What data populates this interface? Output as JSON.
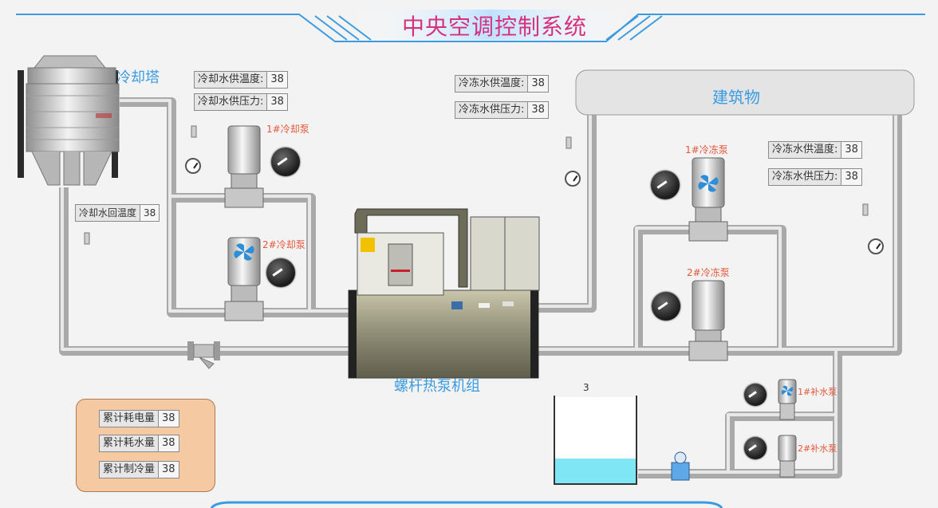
{
  "title": "中央空调控制系统",
  "labels": {
    "cooling_tower": "冷却塔",
    "building": "建筑物",
    "chiller": "螺杆热泵机组",
    "tank_value": "3"
  },
  "pumps": {
    "cooling_pump_1": "1#冷却泵",
    "cooling_pump_2": "2#冷却泵",
    "chilled_pump_1": "1#冷冻泵",
    "chilled_pump_2": "2#冷冻泵",
    "makeup_pump_1": "1#补水泵",
    "makeup_pump_2": "2#补水泵"
  },
  "readings": {
    "cw_supply_temp": {
      "label": "冷却水供温度:",
      "value": "38"
    },
    "cw_supply_pressure": {
      "label": "冷却水供压力:",
      "value": "38"
    },
    "cw_return_temp": {
      "label": "冷却水回温度",
      "value": "38"
    },
    "chw_supply_temp_a": {
      "label": "冷冻水供温度:",
      "value": "38"
    },
    "chw_supply_pressure_a": {
      "label": "冷冻水供压力:",
      "value": "38"
    },
    "chw_supply_temp_b": {
      "label": "冷冻水供温度:",
      "value": "38"
    },
    "chw_supply_pressure_b": {
      "label": "冷冻水供压力:",
      "value": "38"
    }
  },
  "stats": [
    {
      "label": "累计耗电量",
      "value": "38"
    },
    {
      "label": "累计耗水量",
      "value": "38"
    },
    {
      "label": "累计制冷量",
      "value": "38"
    }
  ],
  "colors": {
    "title": "#d4327f",
    "accent_blue": "#3b9be0",
    "pump_label": "#e4573a",
    "pipe": "#c8c8c8",
    "water": "#7fe6f5",
    "stats_panel": "#f5c9a1"
  }
}
